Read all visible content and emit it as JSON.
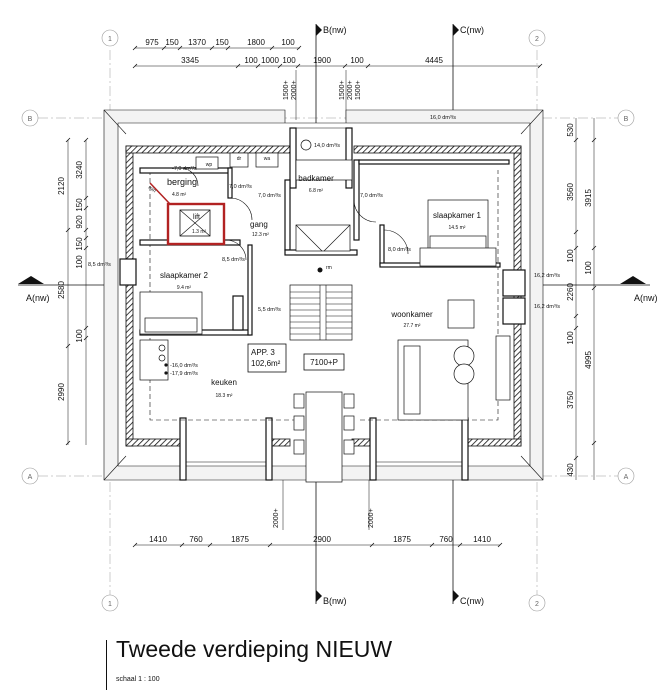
{
  "drawing_title": "Tweede verdieping NIEUW",
  "scale_label": "schaal  1 : 100",
  "grid_labels": {
    "one": "1",
    "two": "2",
    "a": "A",
    "b": "B"
  },
  "section_labels": {
    "b_nw": "B(nw)",
    "c_nw": "C(nw)",
    "a_nw": "A(nw)"
  },
  "top_dims_row1": [
    "975",
    "150",
    "1370",
    "150",
    "1800",
    "100"
  ],
  "top_dims_row2": [
    "3345",
    "100",
    "1000",
    "100",
    "1900",
    "100",
    "4445"
  ],
  "top_vert_dims": [
    "1500+",
    "2000+",
    "1500+",
    "2000+",
    "1500+"
  ],
  "bottom_dims": [
    "1410",
    "760",
    "1875",
    "2900",
    "1875",
    "760",
    "1410"
  ],
  "bottom_vert_dims": [
    "2000+",
    "2000+"
  ],
  "left_dims_outer": [
    "2120",
    "2580",
    "2990"
  ],
  "left_dims_inner": [
    "3240",
    "150",
    "920",
    "150",
    "100",
    "100"
  ],
  "right_dims_outer": [
    "530",
    "3560",
    "100",
    "2260",
    "100",
    "3750",
    "430"
  ],
  "right_dims_inner": [
    "3915",
    "100",
    "4995"
  ],
  "rooms": {
    "berging": {
      "name": "berging",
      "area": "4.8 m²"
    },
    "badkamer": {
      "name": "badkamer",
      "area": "6.8 m²"
    },
    "slaapkamer1": {
      "name": "slaapkamer 1",
      "area": "14.5 m²"
    },
    "slaapkamer2": {
      "name": "slaapkamer 2",
      "area": "9.4 m²"
    },
    "gang": {
      "name": "gang",
      "area": "12.3 m²"
    },
    "lift": {
      "name": "lift",
      "area": "1.3 m²"
    },
    "woonkamer": {
      "name": "woonkamer",
      "area": "27.7 m²"
    },
    "keuken": {
      "name": "keuken",
      "area": "18.3 m²"
    }
  },
  "apartment": {
    "label": "APP. 3",
    "area": "102,6m²"
  },
  "level": "7100+P",
  "fixtures": {
    "wp": "wp",
    "dr": "dr",
    "wa": "wa",
    "rm": "rm",
    "min": "min"
  },
  "airflows": {
    "a1": "-7,0 dm³/s",
    "a2": "7,0 dm³/s",
    "a3": "7,0 dm³/s",
    "a4": "7,0 dm³/s",
    "a5": "14,0 dm³/s",
    "a6": "16,0 dm³/s",
    "a7": "8,5 dm³/s",
    "a8": "8,5 dm³/s",
    "a9": "5,5 dm³/s",
    "a10": "8,0 dm³/s",
    "a11": "16,2 dm³/s",
    "a12": "16,2 dm³/s",
    "a13": "-16,0 dm³/s",
    "a14": "-17,9 dm³/s"
  }
}
